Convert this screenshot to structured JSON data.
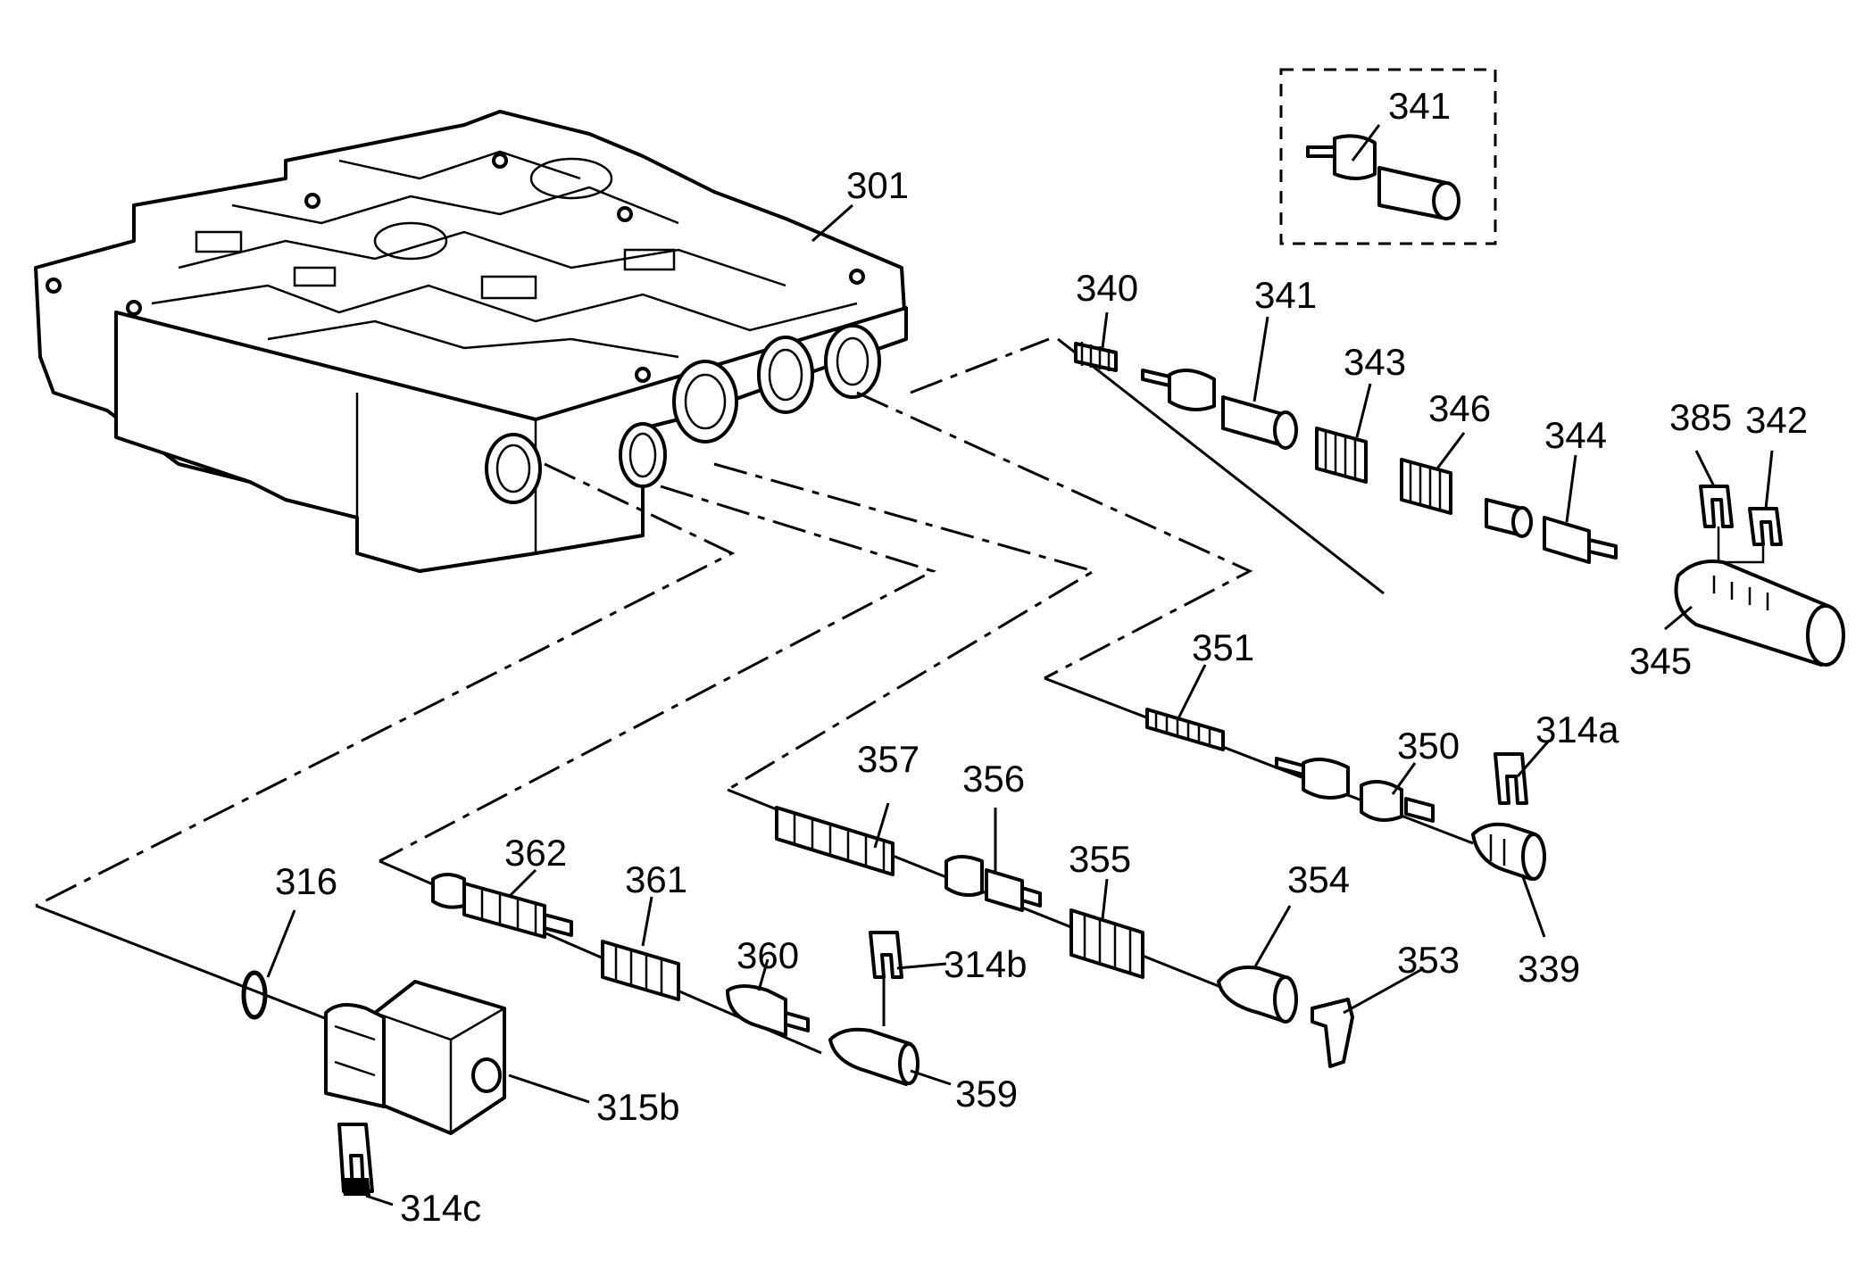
{
  "labels": {
    "l301": "301",
    "l341_inset": "341",
    "l340": "340",
    "l341": "341",
    "l343": "343",
    "l346": "346",
    "l344": "344",
    "l385": "385",
    "l342": "342",
    "l345": "345",
    "l351": "351",
    "l350": "350",
    "l314a": "314a",
    "l339": "339",
    "l357": "357",
    "l356": "356",
    "l355": "355",
    "l354": "354",
    "l353": "353",
    "l362": "362",
    "l361": "361",
    "l360": "360",
    "l314b": "314b",
    "l359": "359",
    "l316": "316",
    "l315b": "315b",
    "l314c": "314c"
  }
}
